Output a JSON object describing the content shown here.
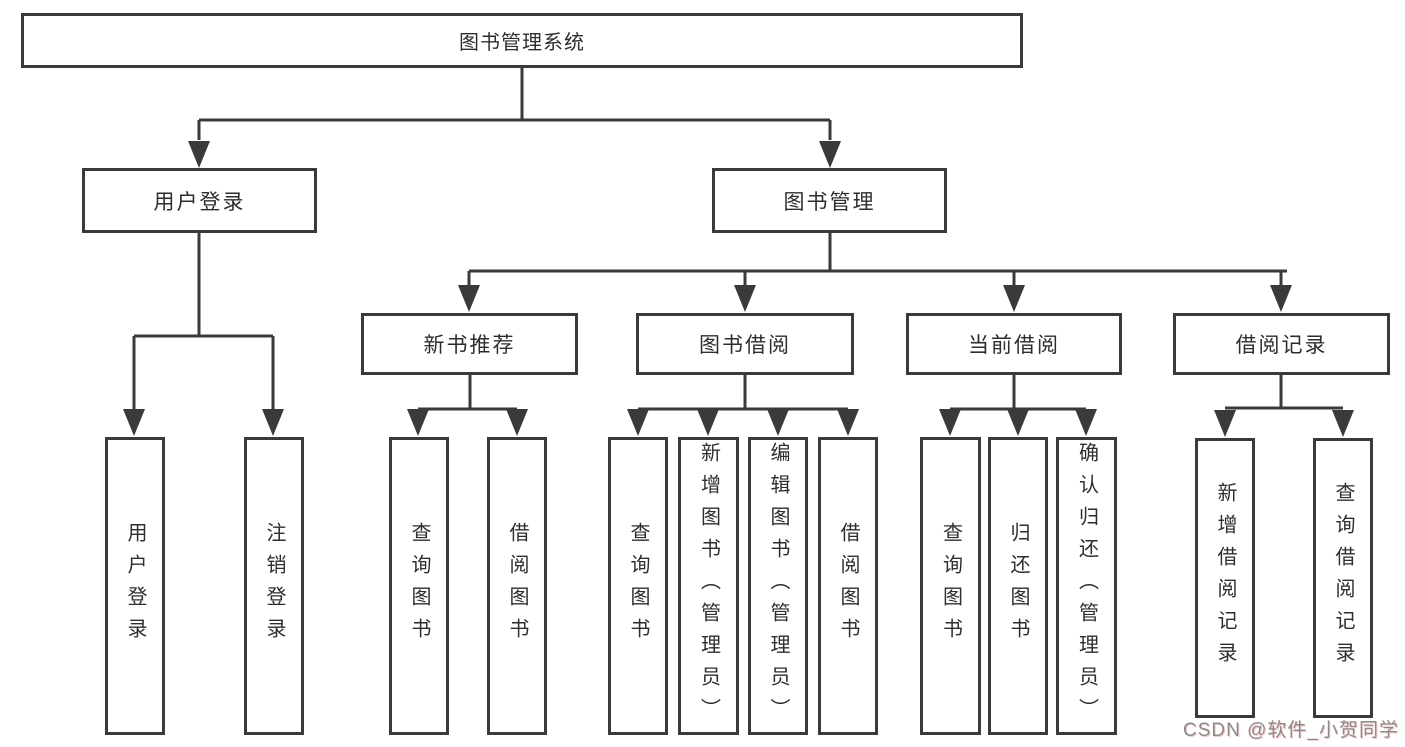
{
  "diagram": {
    "title": "图书管理系统",
    "branches": [
      {
        "label": "用户登录",
        "children": [
          {
            "label": "用户登录"
          },
          {
            "label": "注销登录"
          }
        ]
      },
      {
        "label": "图书管理",
        "children": [
          {
            "label": "新书推荐",
            "children": [
              {
                "label": "查询图书"
              },
              {
                "label": "借阅图书"
              }
            ]
          },
          {
            "label": "图书借阅",
            "children": [
              {
                "label": "查询图书"
              },
              {
                "label": "新增图书（管理员）"
              },
              {
                "label": "编辑图书（管理员）"
              },
              {
                "label": "借阅图书"
              }
            ]
          },
          {
            "label": "当前借阅",
            "children": [
              {
                "label": "查询图书"
              },
              {
                "label": "归还图书"
              },
              {
                "label": "确认归还（管理员）"
              }
            ]
          },
          {
            "label": "借阅记录",
            "children": [
              {
                "label": "新增借阅记录"
              },
              {
                "label": "查询借阅记录"
              }
            ]
          }
        ]
      }
    ]
  },
  "watermark": "CSDN @软件_小贺同学",
  "colors": {
    "line": "#3a3a3a",
    "box_border": "#3a3a3a",
    "text": "#2e2e2e",
    "background": "#ffffff",
    "watermark": "#8f8a8a"
  }
}
